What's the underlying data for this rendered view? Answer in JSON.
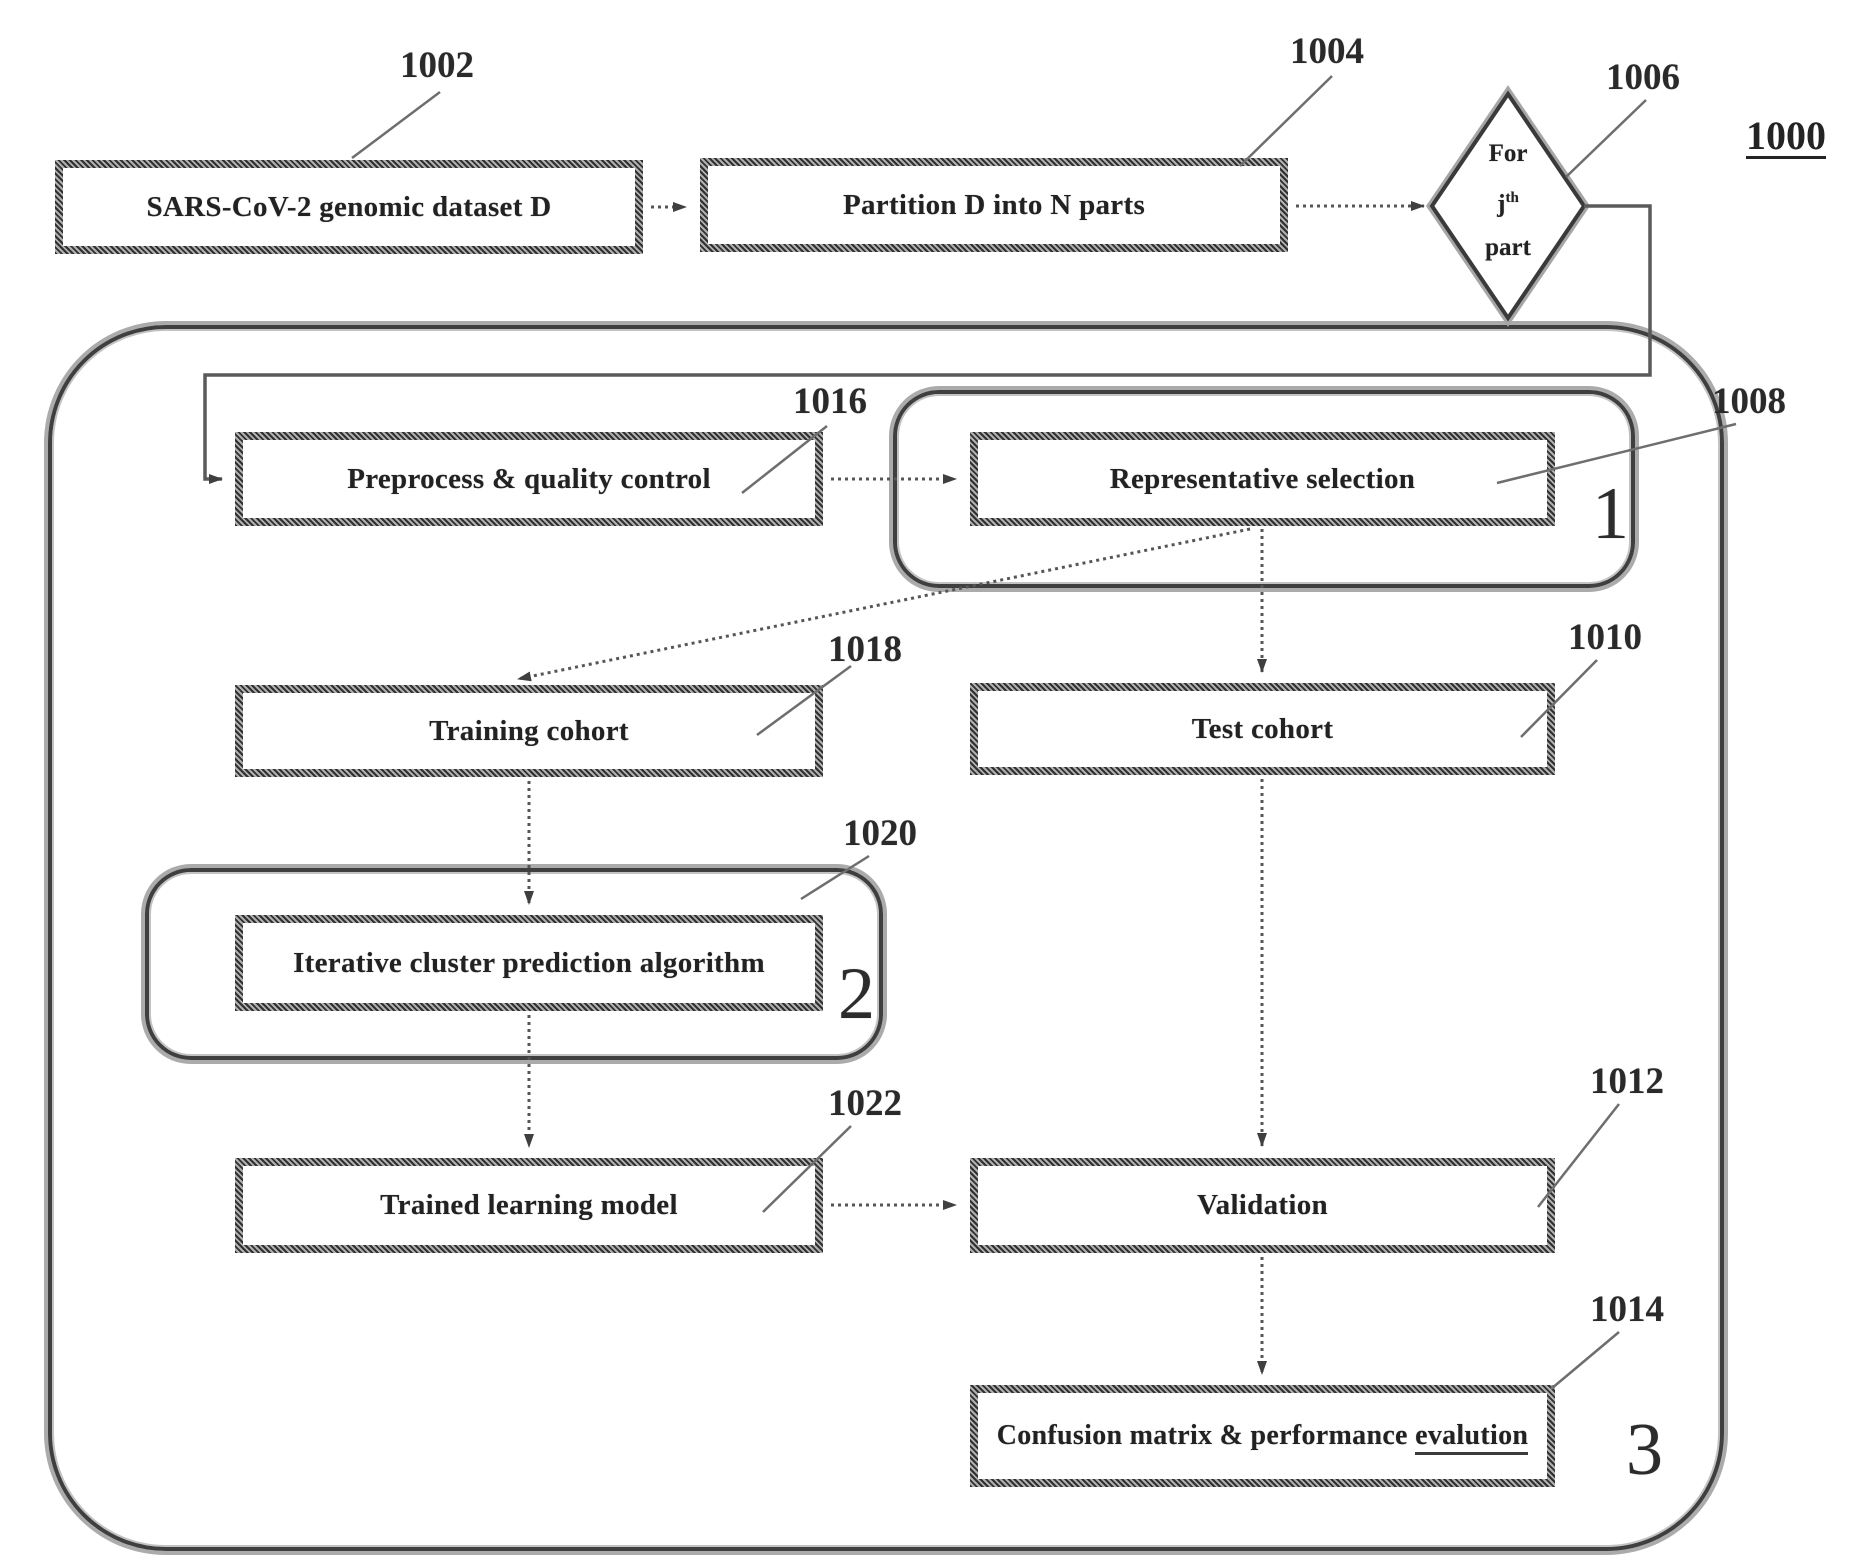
{
  "palette": {
    "ink": "#2e2e2e",
    "paper": "#ffffff"
  },
  "figure_number": "1000",
  "refs": {
    "dataset": "1002",
    "partition": "1004",
    "loop": "1006",
    "representative": "1008",
    "test": "1010",
    "validation": "1012",
    "confusion": "1014",
    "preprocess": "1016",
    "training": "1018",
    "iterative": "1020",
    "trained": "1022"
  },
  "stage_numbers": {
    "selection": "1",
    "clustering": "2",
    "evaluation": "3"
  },
  "nodes": {
    "dataset": {
      "parts": [
        "SARS-CoV-2 genomic dataset ",
        "D"
      ]
    },
    "partition": {
      "parts": [
        "Partition ",
        "D",
        " into ",
        "N",
        " parts"
      ]
    },
    "loop_diamond": {
      "line1": "For",
      "var": "j",
      "sup": "th",
      "line3": "part"
    },
    "preprocess": {
      "label": "Preprocess & quality control"
    },
    "representative": {
      "label": "Representative selection"
    },
    "training": {
      "label": "Training cohort"
    },
    "test": {
      "label": "Test cohort"
    },
    "iterative": {
      "label": "Iterative cluster prediction algorithm"
    },
    "trained": {
      "label": "Trained learning model"
    },
    "validation": {
      "label": "Validation"
    },
    "confusion": {
      "prefix": "Confusion matrix & performance ",
      "underlined": "evalution"
    }
  }
}
